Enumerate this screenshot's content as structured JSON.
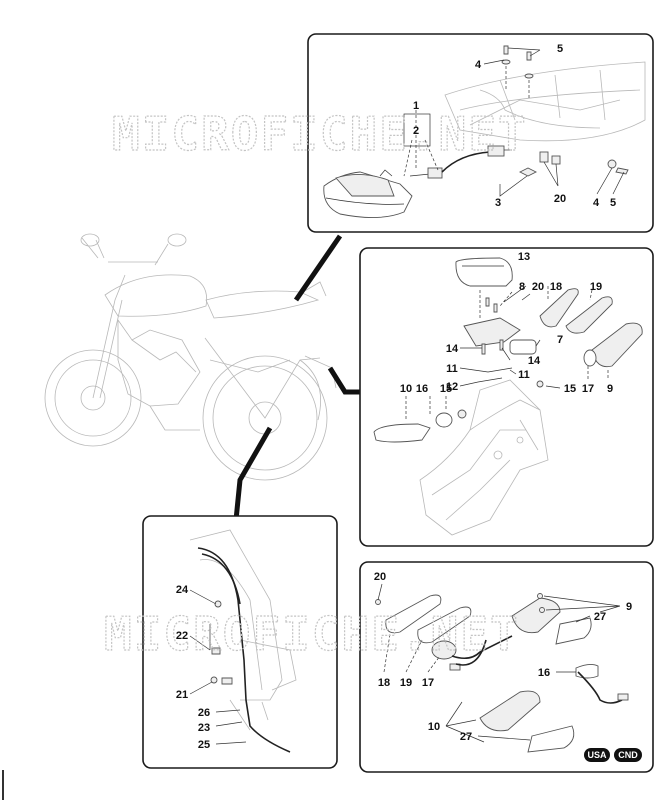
{
  "watermark": "MICROFICHE.NET",
  "badges": {
    "usa": "USA",
    "cnd": "CND"
  },
  "panel_top": {
    "labels": {
      "p1": "1",
      "p2": "2",
      "p3": "3",
      "p4a": "4",
      "p4b": "4",
      "p5a": "5",
      "p5b": "5",
      "p20": "20"
    }
  },
  "panel_mid": {
    "labels": {
      "p13": "13",
      "p8": "8",
      "p20": "20",
      "p18": "18",
      "p19": "19",
      "p7": "7",
      "p14a": "14",
      "p14b": "14",
      "p11a": "11",
      "p11b": "11",
      "p12": "12",
      "p15a": "15",
      "p15b": "15",
      "p17": "17",
      "p9": "9",
      "p10": "10",
      "p16": "16"
    }
  },
  "panel_left": {
    "labels": {
      "p24": "24",
      "p22": "22",
      "p21": "21",
      "p26": "26",
      "p23": "23",
      "p25": "25"
    }
  },
  "panel_bottom": {
    "labels": {
      "p20": "20",
      "p9": "9",
      "p27a": "27",
      "p27b": "27",
      "p18": "18",
      "p19": "19",
      "p17": "17",
      "p16": "16",
      "p10": "10"
    }
  }
}
